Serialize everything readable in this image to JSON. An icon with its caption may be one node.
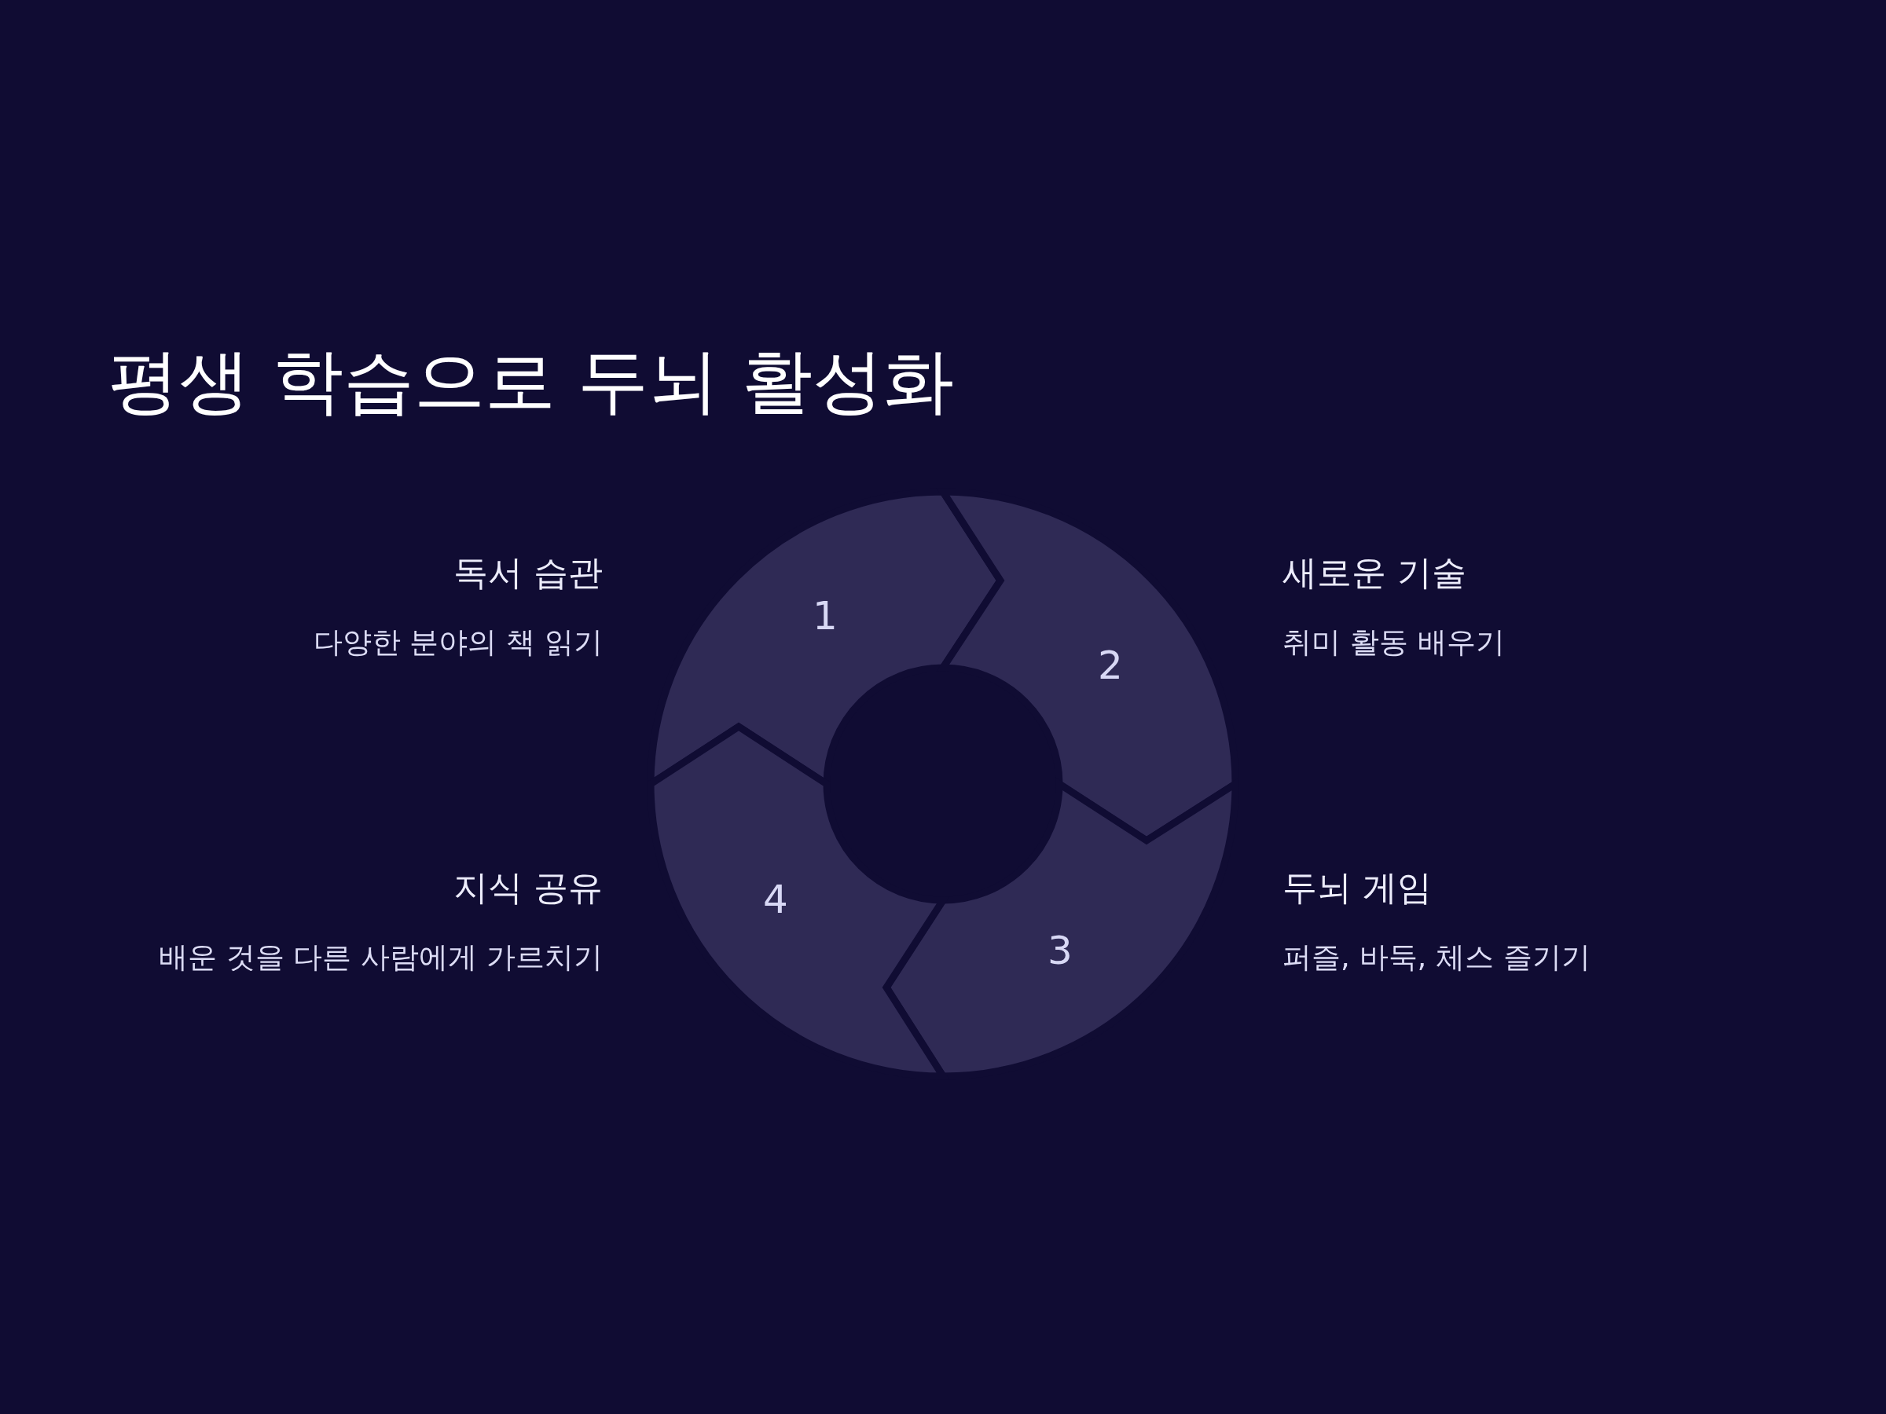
{
  "diagram": {
    "title": "평생 학습으로 두뇌 활성화",
    "nodes": [
      {
        "text": [
          "1"
        ],
        "beside": [
          "독서 습관",
          "다양한 분야의 책 읽기"
        ]
      },
      {
        "text": [
          "2"
        ],
        "beside": [
          "새로운 기술",
          "취미 활동 배우기"
        ]
      },
      {
        "text": [
          "3"
        ],
        "beside": [
          "두뇌 게임",
          "퍼즐, 바둑, 체스 즐기기"
        ]
      },
      {
        "text": [
          "4"
        ],
        "beside": [
          "지식 공유",
          "배운 것을 다른 사람에게 가르치기"
        ]
      }
    ]
  }
}
